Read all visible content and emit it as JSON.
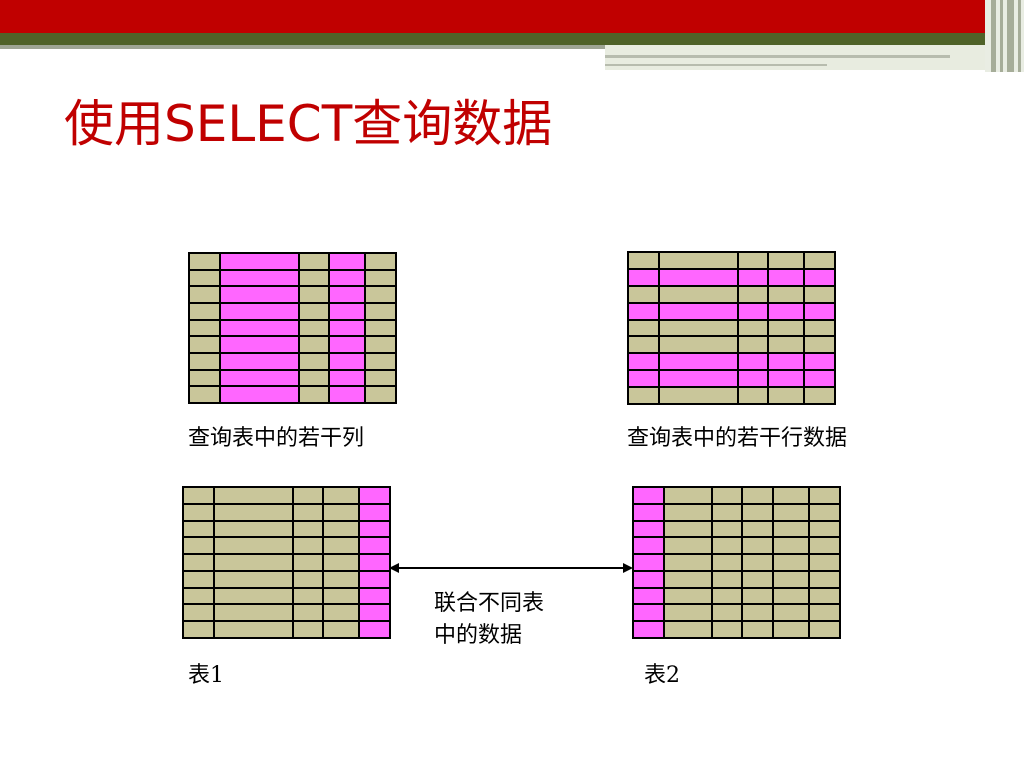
{
  "slide": {
    "title": "使用SELECT查询数据"
  },
  "colors": {
    "highlight": "#ff66ff",
    "cell": "#c9c69a",
    "title": "#c00000",
    "band_red": "#c00000",
    "band_green": "#4f6228"
  },
  "tables": [
    {
      "id": "select-columns",
      "caption": "查询表中的若干列",
      "rows": 9,
      "col_weights": [
        1,
        2.7,
        1,
        1.2,
        1
      ],
      "highlight": {
        "mode": "columns",
        "indices": [
          1,
          3
        ]
      }
    },
    {
      "id": "select-rows",
      "caption": "查询表中的若干行数据",
      "rows": 9,
      "col_weights": [
        1,
        2.7,
        1,
        1.2,
        1
      ],
      "highlight": {
        "mode": "rows",
        "indices": [
          1,
          3,
          6,
          7
        ]
      }
    },
    {
      "id": "table1",
      "caption": "表1",
      "rows": 9,
      "col_weights": [
        1,
        2.7,
        1,
        1.2,
        1
      ],
      "highlight": {
        "mode": "columns",
        "indices": [
          4
        ]
      }
    },
    {
      "id": "table2",
      "caption": "表2",
      "rows": 9,
      "col_weights": [
        1,
        1.6,
        1,
        1,
        1.2,
        1
      ],
      "highlight": {
        "mode": "columns",
        "indices": [
          0
        ]
      }
    }
  ],
  "join": {
    "label": "联合不同表\n中的数据"
  }
}
